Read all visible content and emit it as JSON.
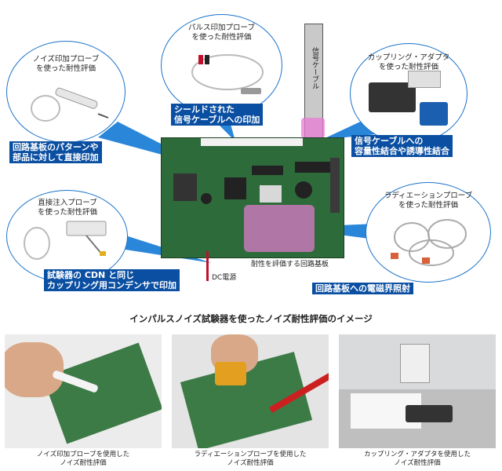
{
  "probes": {
    "noise_probe": "ノイズ印加プローブ\nを使った耐性評価",
    "pulse_probe": "パルス印加プローブ\nを使った耐性評価",
    "coupling_adapter": "カップリング・アダプタ\nを使った耐性評価",
    "direct_probe": "直接注入プローブ\nを使った耐性評価",
    "radiation_probe": "ラディエーションプローブ\nを使った耐性評価"
  },
  "labels": {
    "shield_cable": "シールドされた\n信号ケーブルへの印加",
    "pattern_direct": "回路基板のパターンや\n部品に対して直接印加",
    "capacitive_inductive": "信号ケーブルへの\n容量性結合や誘導性結合",
    "cdn_coupling": "試験器の CDN と同じ\nカップリング用コンデンサで印加",
    "field_irradiation": "回路基板への電磁界照射"
  },
  "annotations": {
    "signal_cable": "信号ケーブル",
    "dc_power": "DC電源",
    "test_board": "耐性を評価する回路基板"
  },
  "main_title": "インパルスノイズ試験器を使ったノイズ耐性評価のイメージ",
  "photos": {
    "photo1": "ノイズ印加プローブを使用した\nノイズ耐性評価",
    "photo2": "ラディエーションプローブを使用した\nノイズ耐性評価",
    "photo3": "カップリング・アダプタを使用した\nノイズ耐性評価"
  },
  "colors": {
    "accent": "#0a4fa2",
    "bubble_border": "#1b72c8",
    "pcb": "#2e6b3a",
    "highlight": "#e87ad4"
  }
}
